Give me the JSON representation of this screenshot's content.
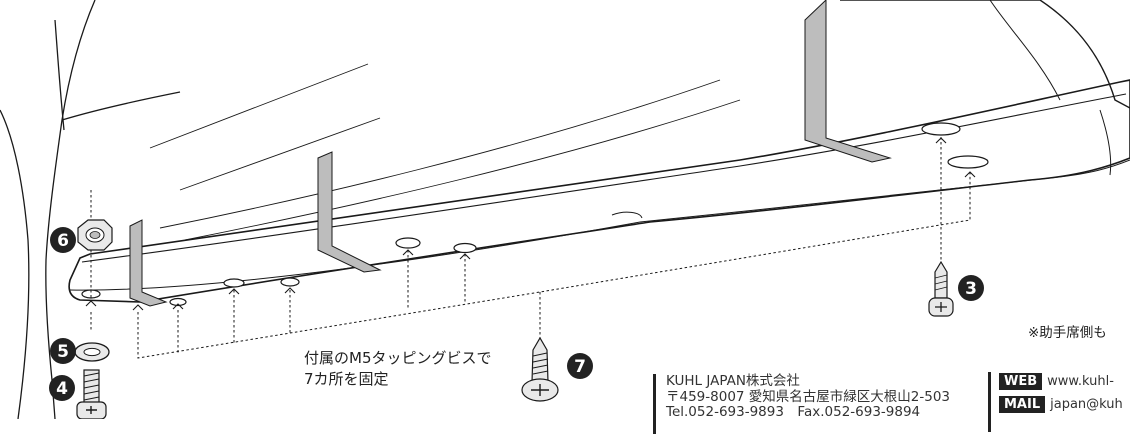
{
  "callouts": [
    {
      "id": "3",
      "label": "3"
    },
    {
      "id": "4",
      "label": "4"
    },
    {
      "id": "5",
      "label": "5"
    },
    {
      "id": "6",
      "label": "6"
    },
    {
      "id": "7",
      "label": "7"
    }
  ],
  "instruction": {
    "line1": "付属のM5タッピングビスで",
    "line2": "7カ所を固定"
  },
  "note": "※助手席側も",
  "company": {
    "name": "KUHL JAPAN株式会社",
    "address": "〒459-8007 愛知県名古屋市緑区大根山2-503",
    "phone": "Tel.052-693-9893　Fax.052-693-9894"
  },
  "contact": {
    "web_tag": "WEB",
    "web_value": "www.kuhl-",
    "mail_tag": "MAIL",
    "mail_value": "japan@kuh"
  },
  "colors": {
    "ink": "#1a1a1a",
    "badge": "#222222",
    "part_fill": "#e9e9e9",
    "strip_fill": "#bdbdbd"
  },
  "icons": [
    "screw-icon",
    "washer-icon",
    "nut-icon",
    "mounting-hole-icon"
  ]
}
